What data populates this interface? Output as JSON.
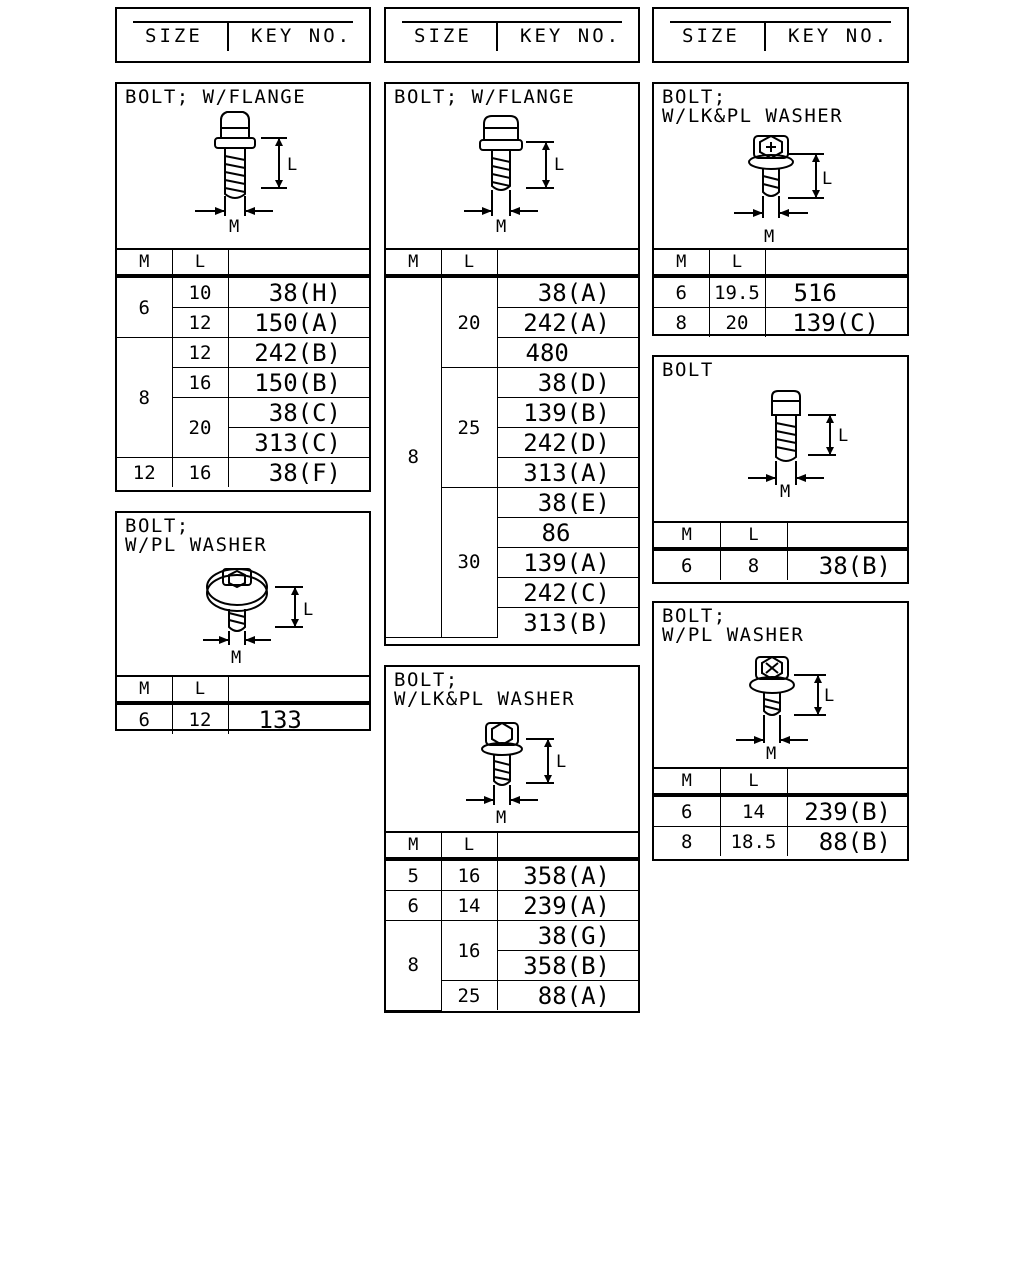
{
  "headers": [
    {
      "size": "SIZE",
      "key": "KEY NO."
    },
    {
      "size": "SIZE",
      "key": "KEY NO."
    },
    {
      "size": "SIZE",
      "key": "KEY NO."
    }
  ],
  "dim_labels": {
    "m": "M",
    "l": "L"
  },
  "panels": {
    "flange_left": {
      "title": "BOLT; W/FLANGE",
      "col_m": "M",
      "col_l": "L",
      "rows": [
        {
          "m": "6",
          "l": "10",
          "key": "38(H)"
        },
        {
          "l": "12",
          "key": "150(A)"
        },
        {
          "m": "8",
          "l": "12",
          "key": "242(B)"
        },
        {
          "l": "16",
          "key": "150(B)"
        },
        {
          "l": "20",
          "key": "38(C)"
        },
        {
          "key": "313(C)"
        },
        {
          "m": "12",
          "l": "16",
          "key": "38(F)"
        }
      ]
    },
    "plwasher_left": {
      "title_line1": "BOLT;",
      "title_line2": "W/PL WASHER",
      "col_m": "M",
      "col_l": "L",
      "rows": [
        {
          "m": "6",
          "l": "12",
          "key": "133"
        }
      ]
    },
    "flange_mid": {
      "title": "BOLT; W/FLANGE",
      "col_m": "M",
      "col_l": "L",
      "m": "8",
      "rows": [
        {
          "l": "20",
          "key": "38(A)"
        },
        {
          "key": "242(A)"
        },
        {
          "key": "480"
        },
        {
          "l": "25",
          "key": "38(D)"
        },
        {
          "key": "139(B)"
        },
        {
          "key": "242(D)"
        },
        {
          "key": "313(A)"
        },
        {
          "l": "30",
          "key": "38(E)"
        },
        {
          "key": "86"
        },
        {
          "key": "139(A)"
        },
        {
          "key": "242(C)"
        },
        {
          "key": "313(B)"
        }
      ]
    },
    "lkpl_mid": {
      "title_line1": "BOLT;",
      "title_line2": "W/LK&PL WASHER",
      "col_m": "M",
      "col_l": "L",
      "rows": [
        {
          "m": "5",
          "l": "16",
          "key": "358(A)"
        },
        {
          "m": "6",
          "l": "14",
          "key": "239(A)"
        },
        {
          "m": "8",
          "l": "16",
          "key": "38(G)"
        },
        {
          "key": "358(B)"
        },
        {
          "l": "25",
          "key": "88(A)"
        }
      ]
    },
    "lkpl_right": {
      "title_line1": "BOLT;",
      "title_line2": "W/LK&PL WASHER",
      "col_m": "M",
      "col_l": "L",
      "rows": [
        {
          "m": "6",
          "l": "19.5",
          "key": "516"
        },
        {
          "m": "8",
          "l": "20",
          "key": "139(C)"
        }
      ]
    },
    "bolt_right": {
      "title": "BOLT",
      "col_m": "M",
      "col_l": "L",
      "rows": [
        {
          "m": "6",
          "l": "8",
          "key": "38(B)"
        }
      ]
    },
    "plwasher_right": {
      "title_line1": "BOLT;",
      "title_line2": "W/PL WASHER",
      "col_m": "M",
      "col_l": "L",
      "rows": [
        {
          "m": "6",
          "l": "14",
          "key": "239(B)"
        },
        {
          "m": "8",
          "l": "18.5",
          "key": "88(B)"
        }
      ]
    }
  }
}
